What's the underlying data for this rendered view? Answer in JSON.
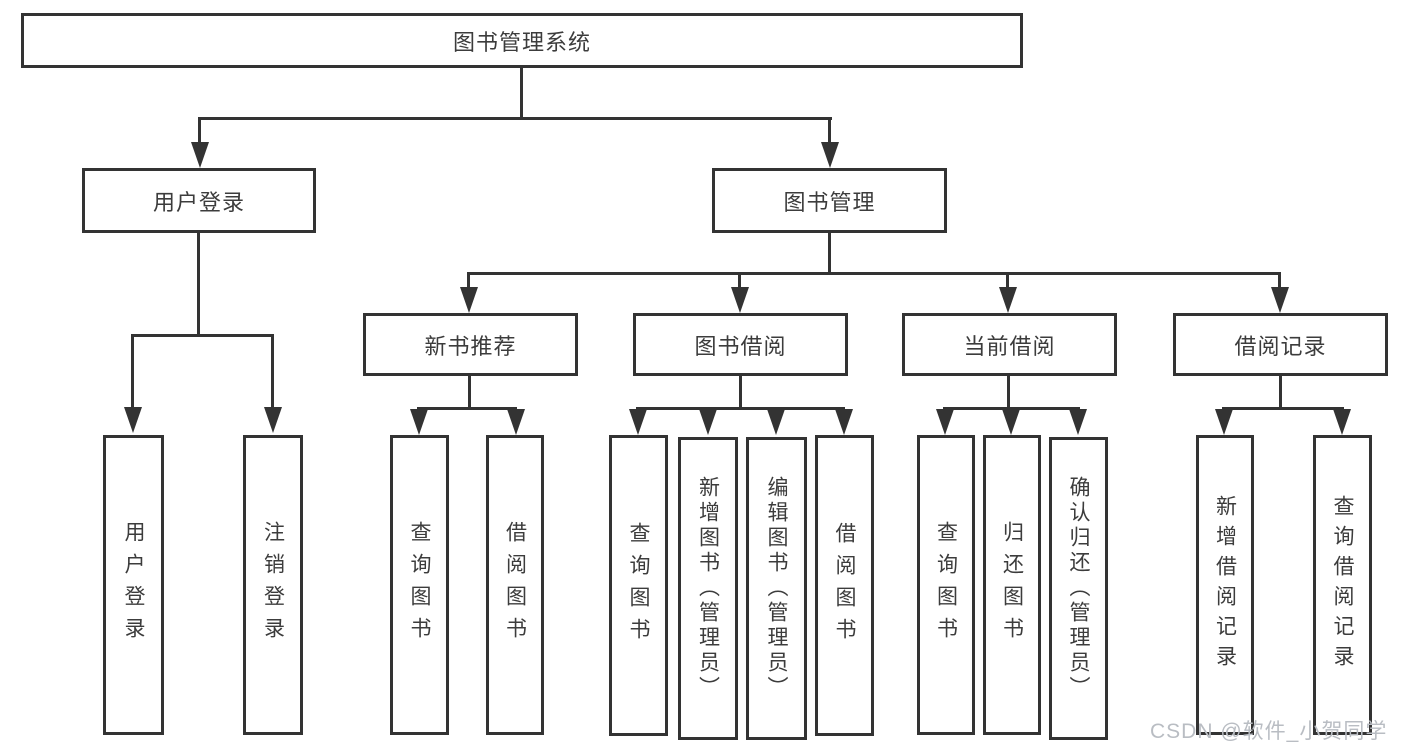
{
  "diagram": {
    "title": "图书管理系统",
    "modules": [
      {
        "label": "用户登录",
        "children": [
          "用户登录",
          "注销登录"
        ]
      },
      {
        "label": "图书管理",
        "sections": [
          {
            "label": "新书推荐",
            "children": [
              "查询图书",
              "借阅图书"
            ]
          },
          {
            "label": "图书借阅",
            "children": [
              "查询图书",
              "新增图书（管理员）",
              "编辑图书（管理员）",
              "借阅图书"
            ]
          },
          {
            "label": "当前借阅",
            "children": [
              "查询图书",
              "归还图书",
              "确认归还（管理员）"
            ]
          },
          {
            "label": "借阅记录",
            "children": [
              "新增借阅记录",
              "查询借阅记录"
            ]
          }
        ]
      }
    ]
  },
  "watermark": "CSDN @软件_小贺同学",
  "colors": {
    "line": "#333333",
    "text": "#3c3c3c",
    "watermark": "#b9bdc3"
  }
}
